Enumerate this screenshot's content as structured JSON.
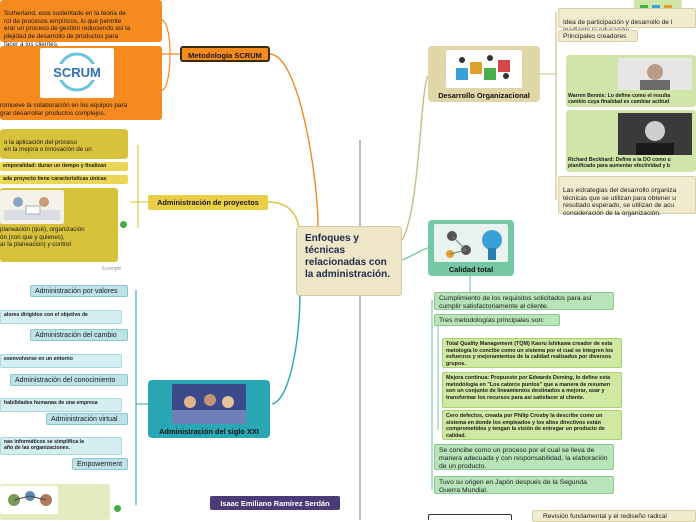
{
  "center": {
    "title": "Enfoques y técnicas relacionadas con la administración."
  },
  "author": "Isaac Emiliano Ramírez Serdán",
  "scrum": {
    "label": "Metodología SCRUM",
    "text_top": "Sutherland, esta sustentado en la teoria de\nrol de procesos empíricos, lo que permite\nerar un proceso de gestión reduciendo asi la\nplejidad de desarrollo de productos para\nfacer a los clientes.",
    "logo": "SCRUM",
    "text_bottom": "romueve la colaboración en los equipos para\ngrar desarrollar productos complejos."
  },
  "proyectos": {
    "label": "Administración de proyectos",
    "intro": "o la aplicación del proceso\nen la mejora o innovación de un",
    "strip1": "emporalidad: duran un tiempo y finalizan",
    "strip2": "ada proyecto tiene características únicas",
    "card_text": "planeación (qué), organización\nón (con que y quienes),\nar la planeación) y control",
    "example": "Example"
  },
  "sigloXXI": {
    "label": "Administración del siglo XXI",
    "items": [
      "Administración por valores",
      "alores dirigidos con el objetivo de",
      "Administración del cambio",
      "esenvolverse en un entorno",
      "Administración del conocimiento",
      "habilidades humanas de una empresa",
      "Administración virtual",
      "nas informáticos se simplifica la\naño de las organizaciones.",
      "Empowerment"
    ]
  },
  "calidad": {
    "label": "Calidad total",
    "item1": "Cumplimiento de los requisitos solicitados para así cumplir satisfactoriamente al cliente.",
    "item2": "Tres metodologías principales son:",
    "sub1": "Total Quality Management (TQM) Kaoru Ishikawa creador de esta metología lo concibe como un sistema por el cual se integren los esfuerzos y mejoramientos de la calidad realizados por diversos grupos.",
    "sub2": "Mejora continua: Propuesto por Edwards Deming, lo define esta metodología en \"Los catorce puntos\" que a manera de resumen son un conjunto de lineamientos destinados a mejorar, usar y transformar los recursos para así satisfacer al cliente.",
    "sub3": "Cero defectos, creada por Philip Crosby la describe como un sistema en donde los empleados y los altos directivos están comprometidos y tengan la visión de entregar un producto de calidad.",
    "item3": "Se concibe como un proceso por el cual se lleva de manera adecuada y con responsabilidad, la elaboración de un producto.",
    "item4": "Tuvo su origen en Japón después de la Segunda Guerra Mundial."
  },
  "desarrollo": {
    "label": "Desarrollo Organizacional",
    "item1": "Idea de participación y desarrollo de l\nmediante la educación.",
    "item2": "Principales creadores",
    "person1": "Warren Bennis: Lo define como el resulta\ncambio cuya finalidad es cambiar actitud",
    "person2": "Richard Beckhard: Define a la DO como u\nplanificado para aumentar efectividad y b",
    "item3": "Las estrategias del desarrollo organiza\ntécnicas que se utilizan para obtener u\nresultado esperado, se utilizan de acu\nconsideración de la organización.",
    "bottom": "Revisión fundamental y el rediseño radical"
  },
  "colors": {
    "orange": "#f58a1f",
    "yellow": "#d8c23c",
    "teal": "#29a7b5",
    "green": "#74c9a4",
    "beige": "#e0d7a8",
    "author": "#4b3b77"
  }
}
